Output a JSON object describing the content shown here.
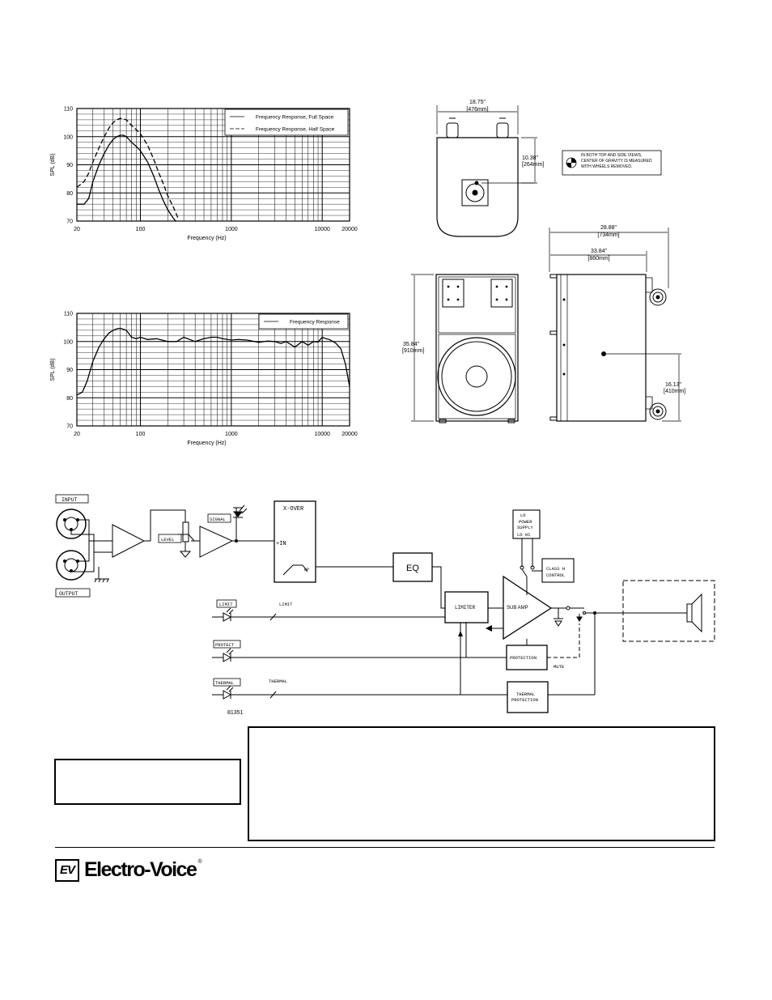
{
  "chart_data": [
    {
      "type": "line",
      "ylabel": "SPL (dB)",
      "xlabel": "Frequency (Hz)",
      "x_scale": "log",
      "xlim": [
        20,
        20000
      ],
      "ylim": [
        70,
        110
      ],
      "x_tick_labels": [
        "20",
        "100",
        "1000",
        "10000",
        "20000"
      ],
      "y_tick_labels": [
        "70",
        "80",
        "90",
        "100",
        "110"
      ],
      "grid": true,
      "legend_position": "top-right",
      "series": [
        {
          "name": "Frequency Response, Full Space",
          "style": "solid",
          "x": [
            20,
            24,
            27,
            30,
            35,
            40,
            45,
            50,
            55,
            60,
            65,
            70,
            80,
            90,
            100,
            120,
            140,
            160,
            180,
            200,
            230,
            260
          ],
          "y": [
            76,
            76,
            78,
            84,
            90,
            94,
            97,
            99,
            100,
            100.5,
            100.5,
            100,
            98,
            96.5,
            95,
            91,
            86,
            81,
            77,
            74,
            71,
            69
          ]
        },
        {
          "name": "Frequency Response, Half Space",
          "style": "dashed",
          "x": [
            20,
            24,
            27,
            30,
            35,
            40,
            45,
            50,
            55,
            60,
            65,
            70,
            80,
            90,
            100,
            120,
            140,
            160,
            180,
            200,
            230,
            260
          ],
          "y": [
            82,
            84,
            87,
            91,
            96,
            100,
            103,
            105,
            106,
            106.5,
            106.3,
            106,
            104,
            102.5,
            101,
            97,
            92,
            87,
            83,
            79,
            75,
            71
          ]
        }
      ]
    },
    {
      "type": "line",
      "ylabel": "SPL (dB)",
      "xlabel": "Frequency (Hz)",
      "x_scale": "log",
      "xlim": [
        20,
        20000
      ],
      "ylim": [
        70,
        110
      ],
      "x_tick_labels": [
        "20",
        "100",
        "1000",
        "10000",
        "20000"
      ],
      "y_tick_labels": [
        "70",
        "80",
        "90",
        "100",
        "110"
      ],
      "grid": true,
      "legend_position": "top-right",
      "series": [
        {
          "name": "Frequency Response",
          "style": "solid",
          "x": [
            20,
            23,
            26,
            30,
            35,
            40,
            45,
            50,
            55,
            60,
            70,
            80,
            90,
            100,
            120,
            150,
            200,
            250,
            300,
            400,
            500,
            600,
            700,
            800,
            1000,
            1200,
            1500,
            2000,
            2500,
            3000,
            3500,
            4000,
            5000,
            6000,
            7000,
            8000,
            9000,
            10000,
            11000,
            12000,
            14000,
            16000,
            18000,
            20000
          ],
          "y": [
            81,
            82,
            86,
            93,
            98,
            101,
            103,
            104,
            104.5,
            104.7,
            104,
            101.5,
            101,
            101.5,
            100.7,
            101,
            100,
            100,
            101.5,
            100,
            101,
            101.5,
            101.5,
            101,
            100.5,
            100.7,
            100.5,
            99.7,
            100.2,
            100,
            99.3,
            100,
            98,
            100,
            98.7,
            100,
            99.8,
            101.5,
            101,
            100.7,
            99.5,
            97.5,
            92,
            84
          ]
        }
      ]
    }
  ],
  "dimensions": {
    "top_width": "18.75\"",
    "top_width_mm": "[476mm]",
    "cg_from_top": "10.38\"",
    "cg_from_top_mm": "[264mm]",
    "side_overall": "28.88\"",
    "side_overall_mm": "[734mm]",
    "side_body": "33.84\"",
    "side_body_mm": "[860mm]",
    "height": "35.84\"",
    "height_mm": "[910mm]",
    "cg_height": "16.13\"",
    "cg_height_mm": "[410mm]",
    "cg_note": [
      "IN BOTH TOP AND SIDE VIEWS,",
      "CENTER OF GRAVITY  IS MEASURED",
      "WITH WHEELS REMOVED."
    ]
  },
  "block_diagram": {
    "input": "INPUT",
    "output": "OUTPUT",
    "level": "LEVEL",
    "signal": "SIGNAL",
    "xover": "X-OVER",
    "in": "+IN",
    "bp": "BP",
    "eq": "EQ",
    "lo_power_supply": [
      "LO",
      "POWER",
      "SUPPLY",
      "LO  HI"
    ],
    "class_h_control": [
      "CLASS H",
      "CONTROL"
    ],
    "limiter": "LIMITER",
    "sub_amp": "SUB AMP",
    "protection": "PROTECTION",
    "thermal_protection": [
      "THERMAL",
      "PROTECTION"
    ],
    "mute": "MUTE",
    "limit_indicator": "LIMIT",
    "limit_line": "LIMIT",
    "protect_indicator": "PROTECT",
    "thermal_indicator": "THERMAL",
    "thermal_line": "THERMAL",
    "figure_number": "81351"
  },
  "brand": {
    "mark": "EV",
    "name": "Electro-Voice",
    "registered": "®"
  }
}
